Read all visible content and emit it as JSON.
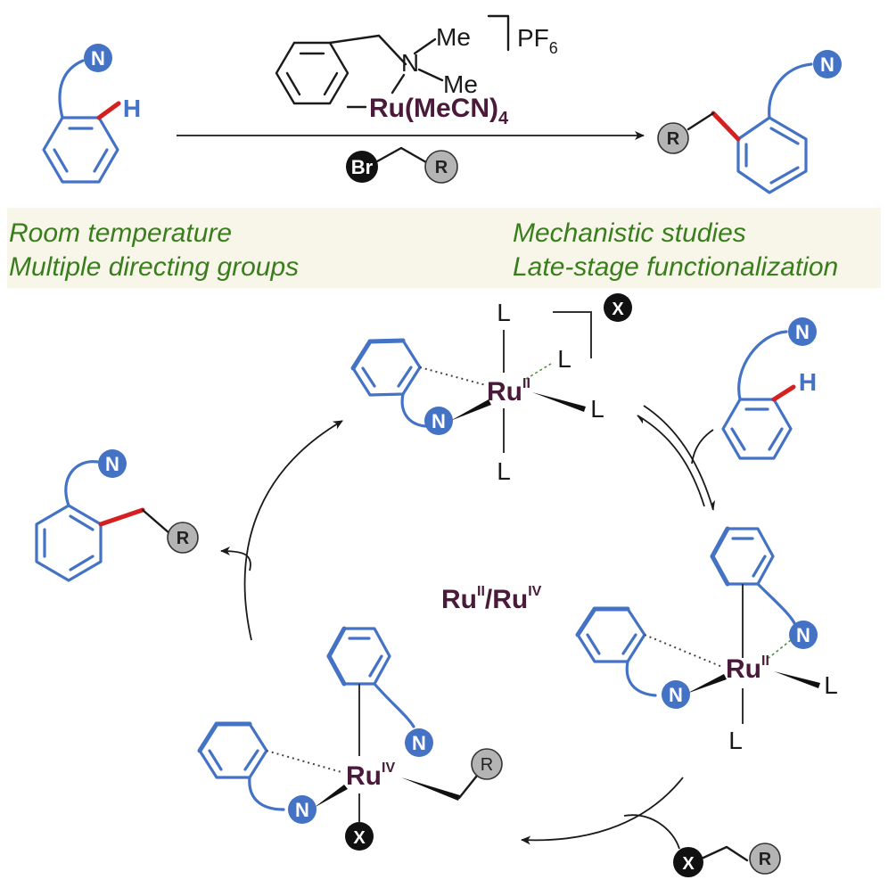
{
  "labels": {
    "n": "N",
    "h": "H",
    "r": "R",
    "x": "X",
    "br": "Br",
    "l": "L",
    "me": "Me",
    "pf6": "PF",
    "pf6_sub": "6",
    "ru_catalyst": "Ru(MeCN)",
    "ru_catalyst_sub": "4",
    "ru": "Ru",
    "ox_ii": "II",
    "ox_iv": "IV",
    "cycle_slash": "/"
  },
  "banner": {
    "left": [
      "Room temperature",
      "Multiple directing groups"
    ],
    "right": [
      "Mechanistic studies",
      "Late-stage functionalization"
    ]
  },
  "colors": {
    "blue": "#4472c4",
    "red": "#d42020",
    "green_text": "#3a7d1e",
    "banner_bg": "#f8f6e8",
    "ru_text": "#4a1a3a",
    "grey_ball": "#b4b4b4",
    "black_ball": "#111111"
  }
}
